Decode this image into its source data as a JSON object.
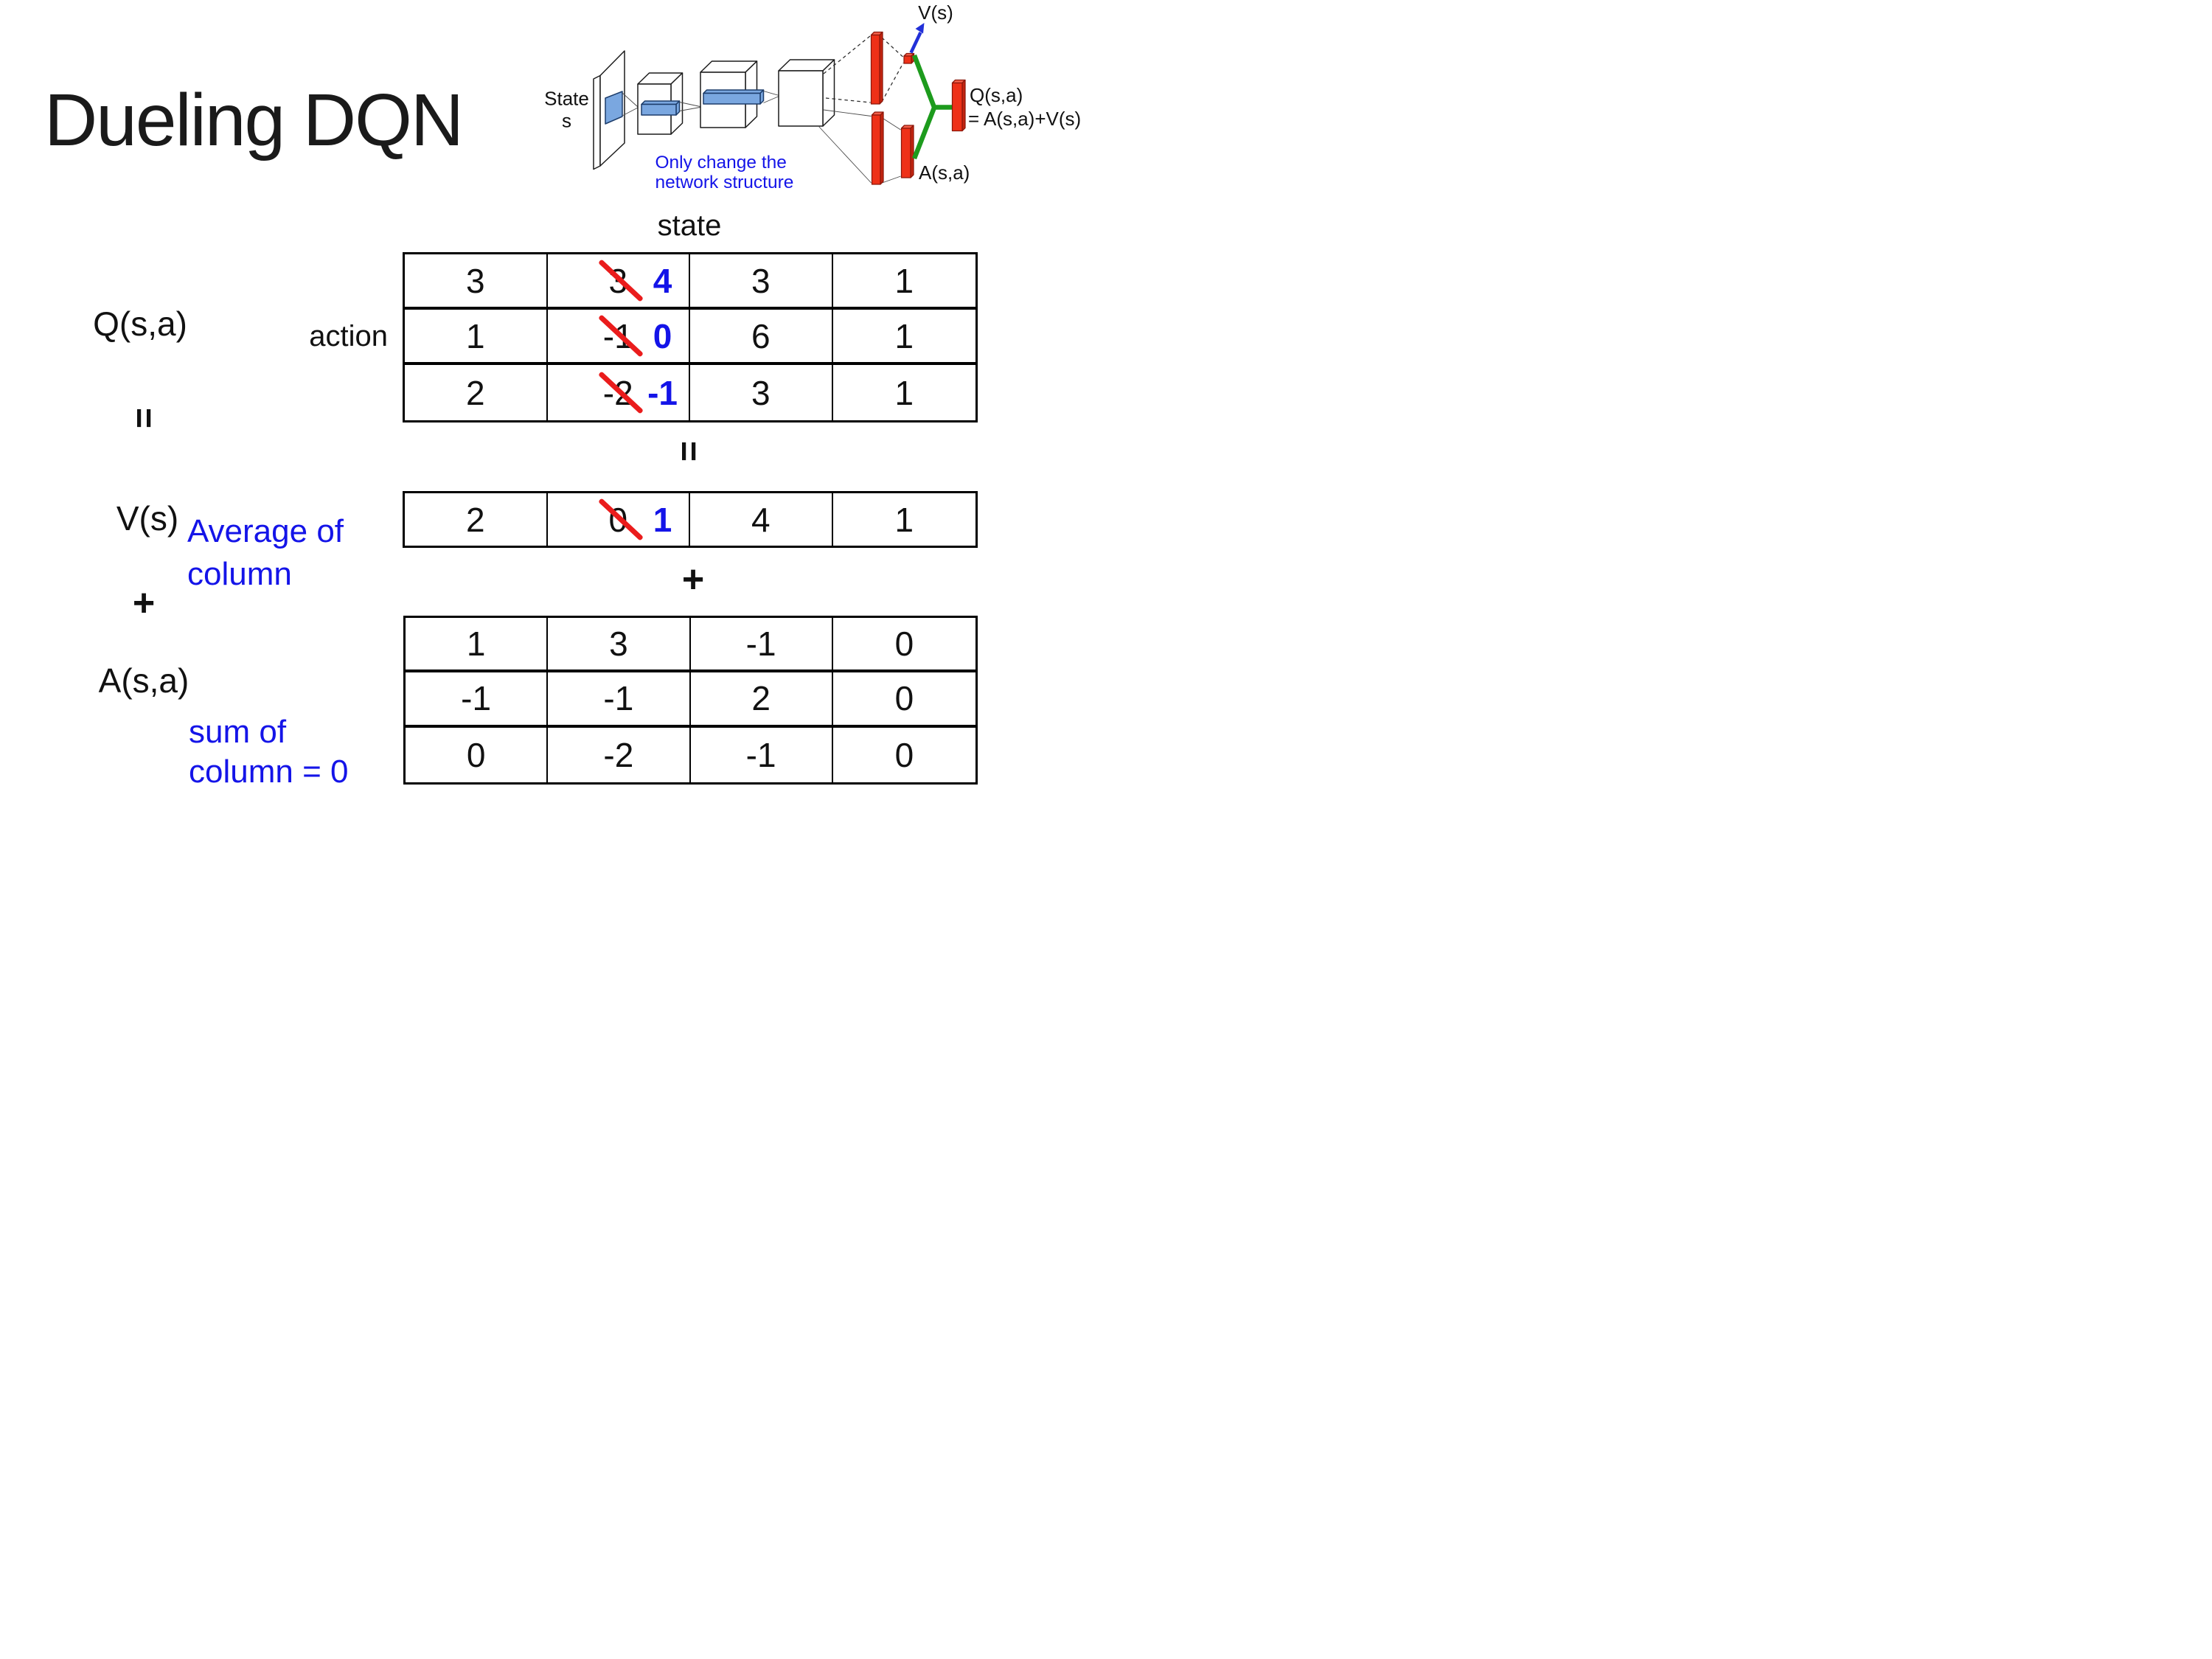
{
  "colors": {
    "ink": "#111111",
    "accent_blue": "#1414e8",
    "cross_red": "#ea1c1c",
    "bar_red": "#ee3118",
    "bar_red_light": "#f4604a",
    "bar_red_side": "#c42410",
    "bar_red_dark": "#8c170a",
    "green": "#1d9b1d",
    "box_blue": "#7aa7e0",
    "box_blue_dark": "#1d3d6b",
    "arrow_blue": "#2230d8"
  },
  "title": "Dueling DQN",
  "diagram": {
    "state_line1": "State",
    "state_line2": "s",
    "note_line1": "Only change the",
    "note_line2": "network structure",
    "v_out_label": "V(s)",
    "a_out_label": "A(s,a)",
    "q_out_line1": "Q(s,a)",
    "q_out_line2": "= A(s,a)+V(s)"
  },
  "labels": {
    "q": "Q(s,a)",
    "equals_left": "=",
    "v": "V(s)",
    "plus_left": "+",
    "a": "A(s,a)",
    "avg_line1": "Average of",
    "avg_line2": "column",
    "sum_line1": "sum of",
    "sum_line2": "column = 0",
    "state_axis": "state",
    "action_axis": "action",
    "equals_center": "=",
    "plus_center": "+"
  },
  "tables": {
    "q": {
      "rows": [
        [
          "3",
          "3",
          "3",
          "1"
        ],
        [
          "1",
          "-1",
          "6",
          "1"
        ],
        [
          "2",
          "-2",
          "3",
          "1"
        ]
      ],
      "corrected_col": 1,
      "corrections": [
        "4",
        "0",
        "-1"
      ]
    },
    "v": {
      "row": [
        "2",
        "0",
        "4",
        "1"
      ],
      "correction": "1"
    },
    "a": {
      "rows": [
        [
          "1",
          "3",
          "-1",
          "0"
        ],
        [
          "-1",
          "-1",
          "2",
          "0"
        ],
        [
          "0",
          "-2",
          "-1",
          "0"
        ]
      ]
    }
  }
}
